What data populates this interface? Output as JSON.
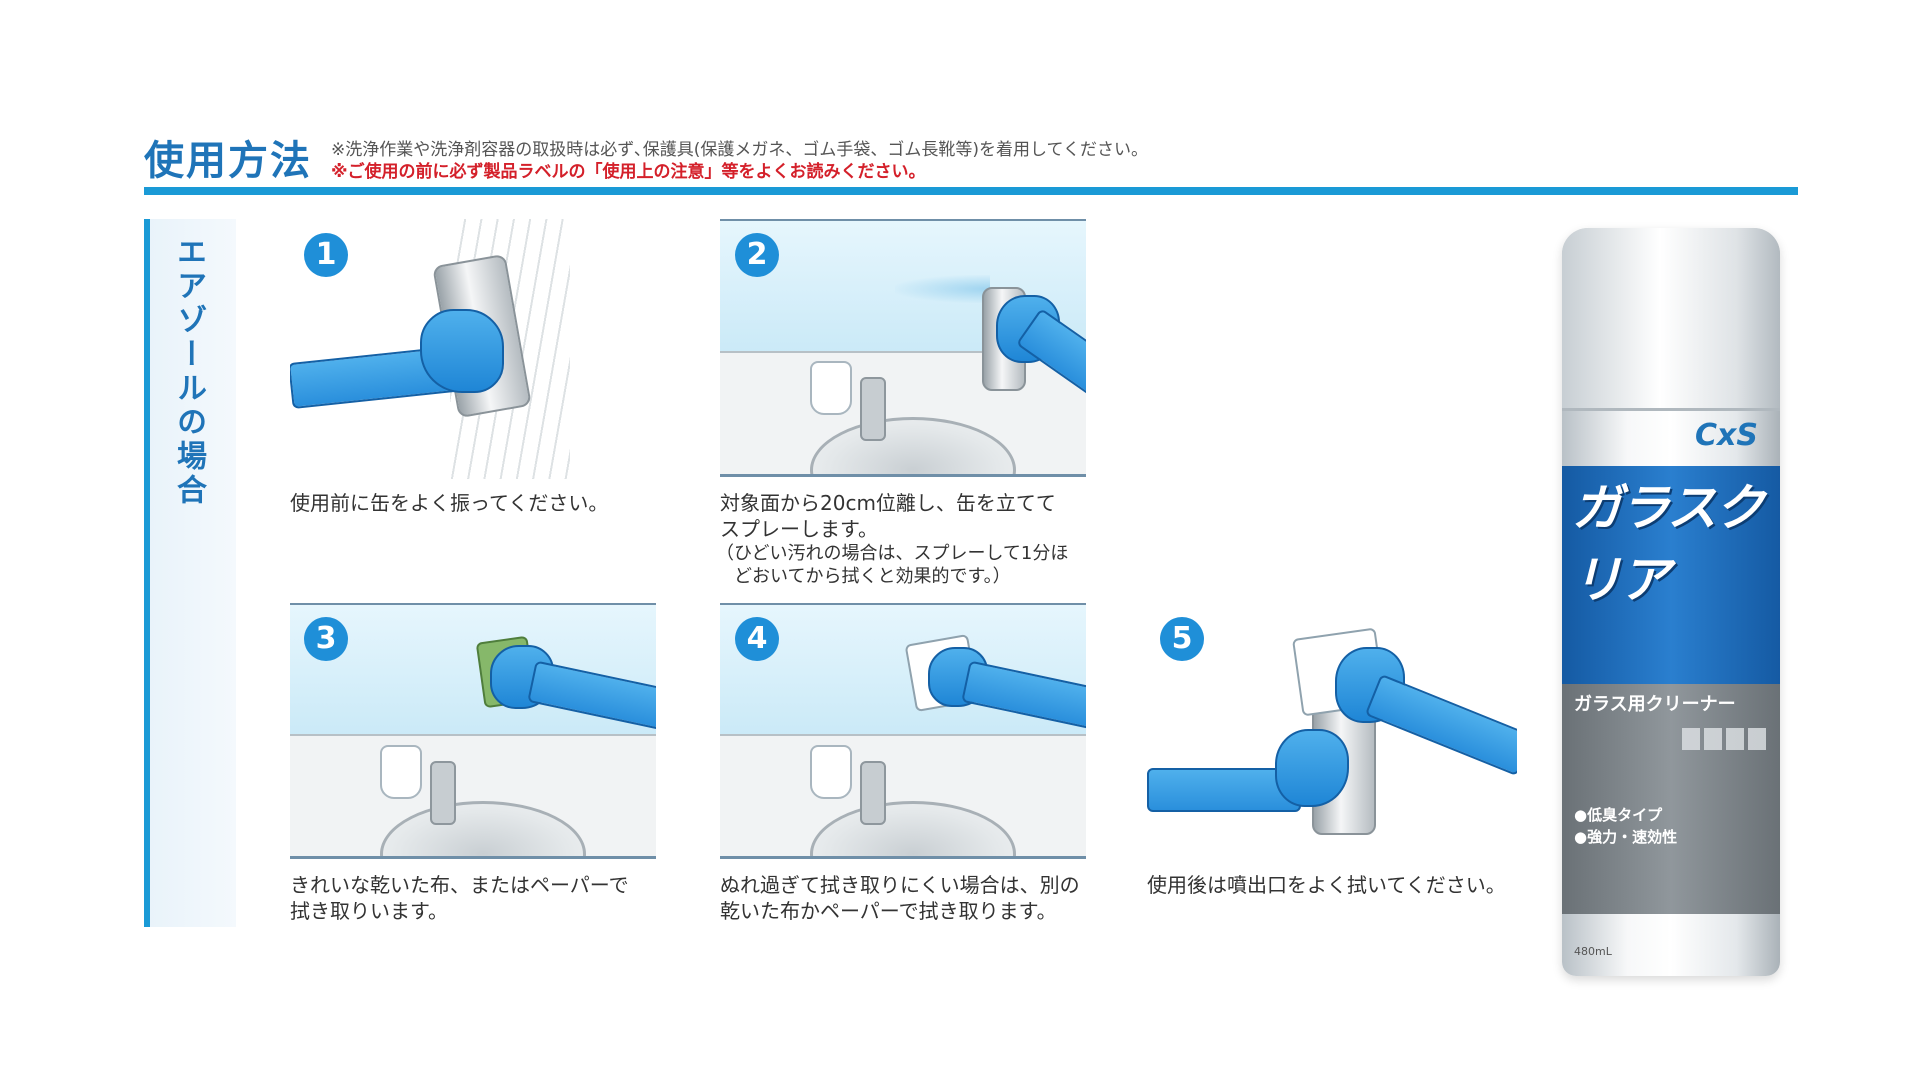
{
  "header": {
    "title": "使用方法",
    "note_1": "※洗浄作業や洗浄剤容器の取扱時は必ず､保護具(保護メガネ、ゴム手袋、ゴム長靴等)を着用してください。",
    "note_2": "※ご使用の前に必ず製品ラベルの「使用上の注意」等をよくお読みください。"
  },
  "sidebar": {
    "label": "エアゾールの場合"
  },
  "steps": [
    {
      "number": "1",
      "caption": "使用前に缶をよく振ってください。"
    },
    {
      "number": "2",
      "caption": "対象面から20cm位離し、缶を立てて\nスプレーします。",
      "note": "（ひどい汚れの場合は、スプレーして1分ほ\n　どおいてから拭くと効果的です。）"
    },
    {
      "number": "3",
      "caption": "きれいな乾いた布、またはペーパーで\n拭き取りいます。"
    },
    {
      "number": "4",
      "caption": "ぬれ過ぎて拭き取りにくい場合は、別の\n乾いた布かペーパーで拭き取ります。"
    },
    {
      "number": "5",
      "caption": "使用後は噴出口をよく拭いてください。"
    }
  ],
  "product": {
    "brand": "CxS",
    "name": "ガラスクリア",
    "subtitle": "ガラス用クリーナー",
    "bullets": "●低臭タイプ\n●強力・速効性",
    "volume": "480mL"
  },
  "colors": {
    "accent": "#1a9ad6",
    "title": "#1f74b8",
    "warning": "#d4202a",
    "glove": "#2a8fdc"
  }
}
